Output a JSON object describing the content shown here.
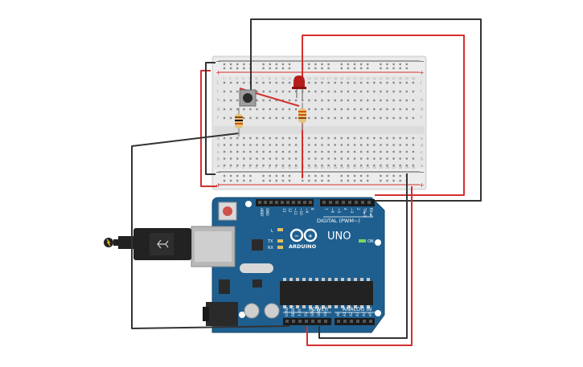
{
  "breadboard": {
    "rail_minus": "−",
    "rail_plus": "+",
    "row_letters_top": [
      "j",
      "i",
      "h",
      "g",
      "f"
    ],
    "row_letters_bottom": [
      "e",
      "d",
      "c",
      "b",
      "a"
    ],
    "column_count": 30
  },
  "arduino": {
    "brand_text": "ARDUINO",
    "model_text": "UNO",
    "digital_label": "DIGITAL (PWM~)",
    "power_label": "POWER",
    "analog_label": "ANALOG IN",
    "on_label": "ON",
    "l_label": "L",
    "tx_label": "TX",
    "rx_label": "RX",
    "top_pins": [
      "AREF",
      "GND",
      "13",
      "12",
      "~11",
      "~10",
      "~9",
      "8",
      "7",
      "~6",
      "~5",
      "4",
      "~3",
      "2",
      "TX►1",
      "RX◄0"
    ],
    "power_pins": [
      "IOREF",
      "RESET",
      "3.3V",
      "5V",
      "GND",
      "GND",
      "Vin"
    ],
    "analog_pins": [
      "A0",
      "A1",
      "A2",
      "A3",
      "A4",
      "A5"
    ]
  },
  "colors": {
    "wire_red": "#d32f2f",
    "wire_black": "#333333",
    "board_blue": "#1f5f8f",
    "breadboard": "#e8e8e8",
    "led_red": "#b71c1c"
  }
}
